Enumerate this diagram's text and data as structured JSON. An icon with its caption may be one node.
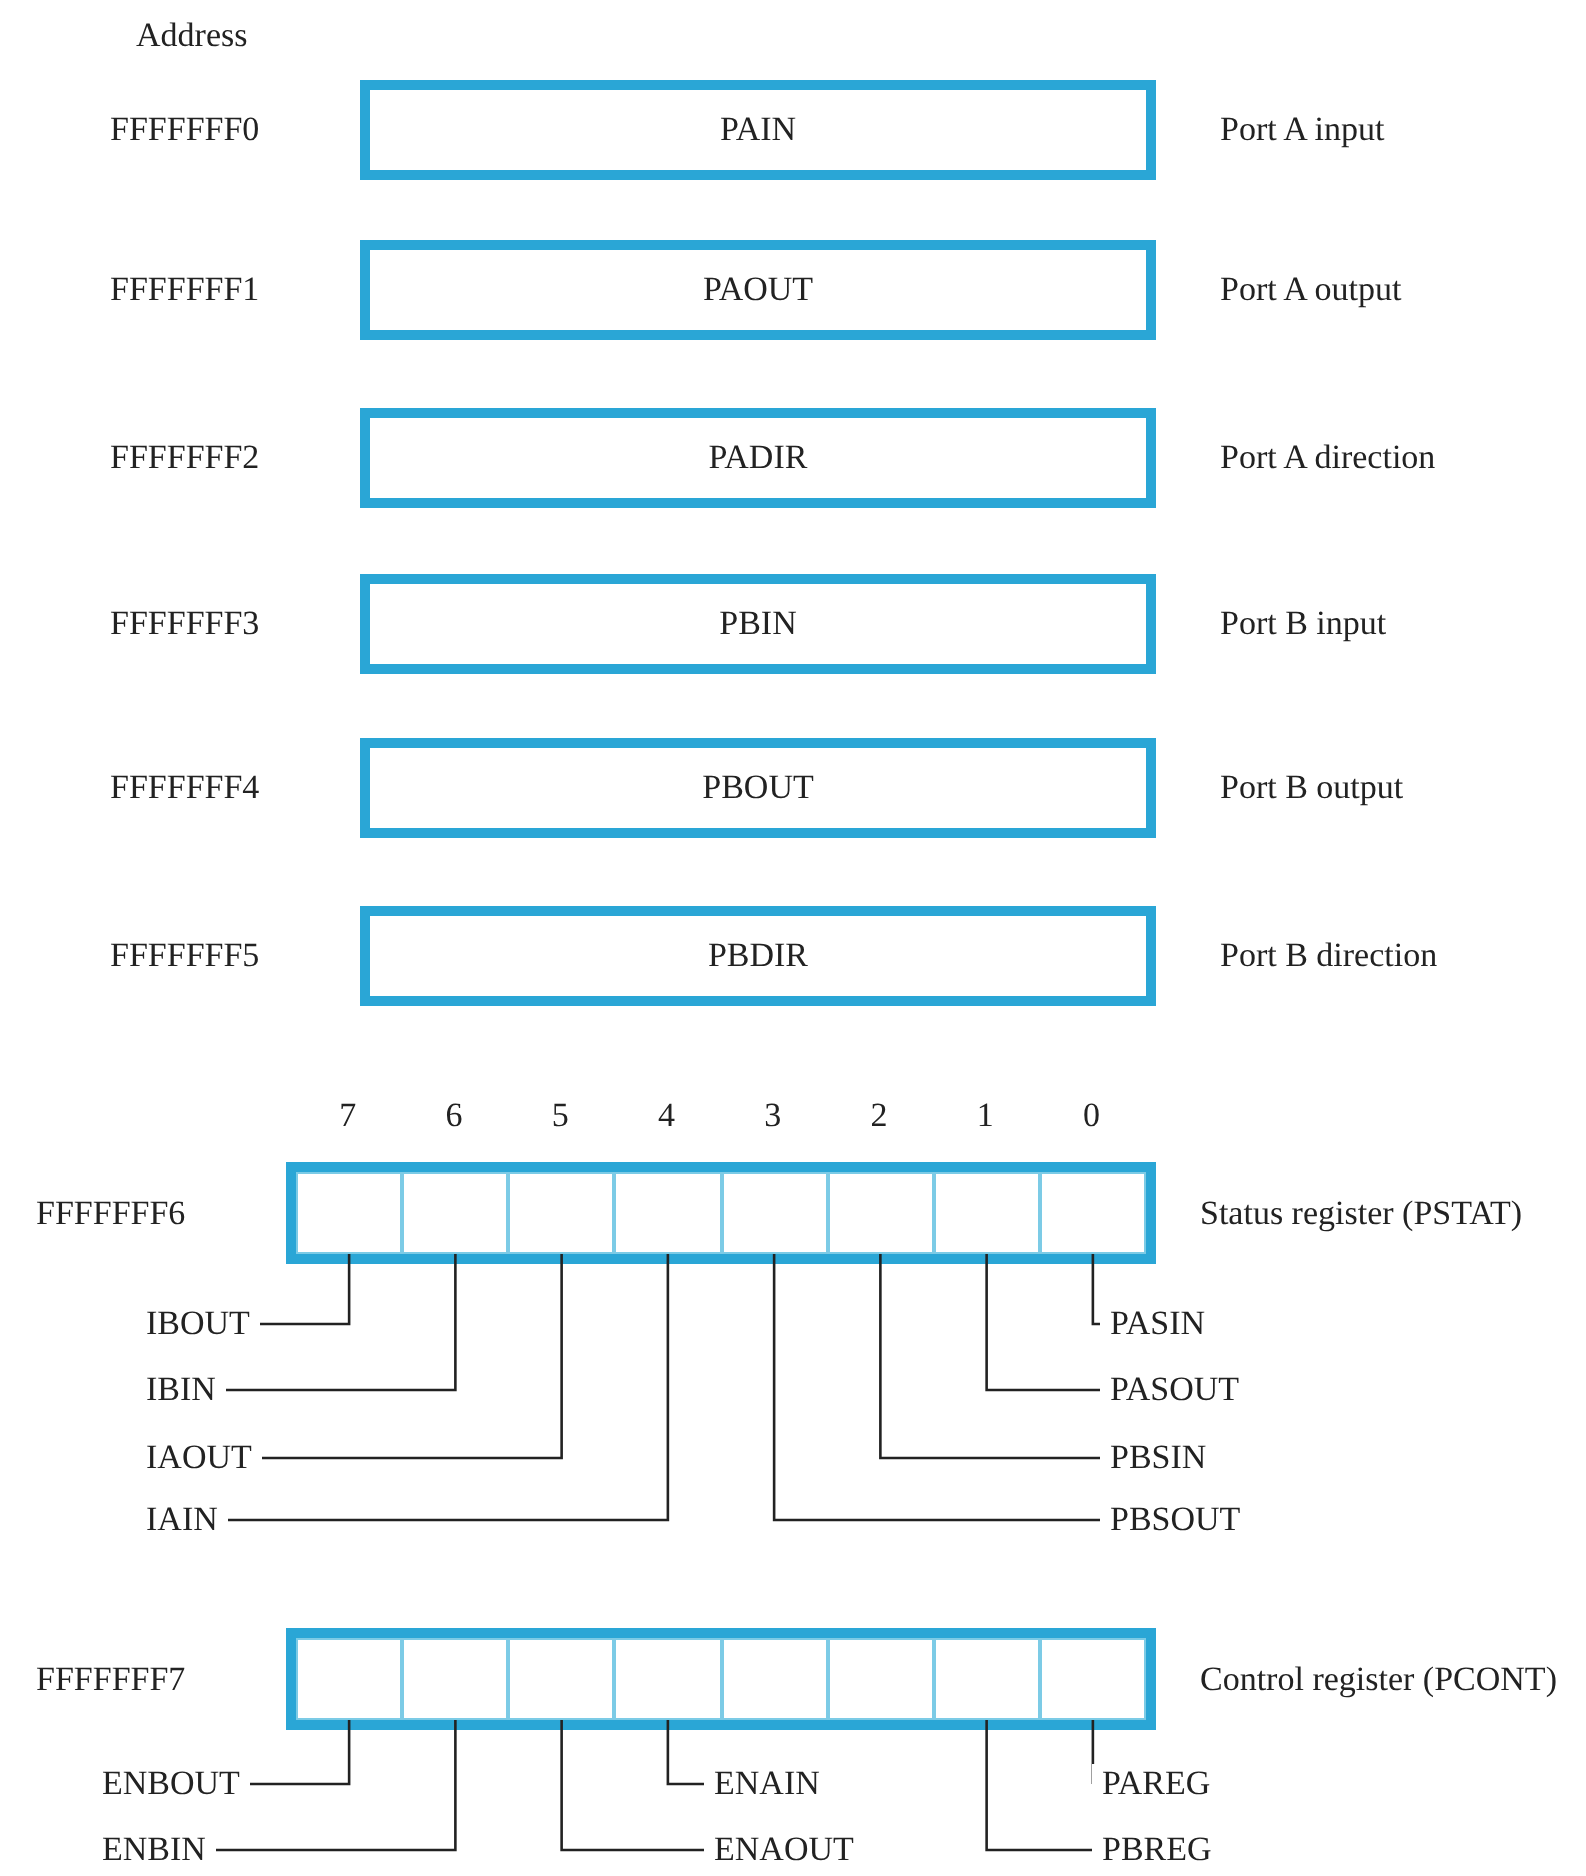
{
  "diagram": {
    "nodes": [
      {
        "text": [
          "PAIN"
        ],
        "beside": [
          "FFFFFFF0",
          "Port A input"
        ]
      },
      {
        "text": [
          "PAOUT"
        ],
        "beside": [
          "FFFFFFF1",
          "Port A output"
        ]
      },
      {
        "text": [
          "PADIR"
        ],
        "beside": [
          "FFFFFFF2",
          "Port A direction"
        ]
      },
      {
        "text": [
          "PBIN"
        ],
        "beside": [
          "FFFFFFF3",
          "Port B input"
        ]
      },
      {
        "text": [
          "PBOUT"
        ],
        "beside": [
          "FFFFFFF4",
          "Port B output"
        ]
      },
      {
        "text": [
          "PBDIR"
        ],
        "beside": [
          "FFFFFFF5",
          "Port B direction"
        ]
      },
      {
        "text": [],
        "shape": "box",
        "beside": [
          "FFFFFFF6",
          "Status register (PSTAT)"
        ]
      },
      {
        "text": [],
        "shape": "box",
        "in": 6
      },
      {
        "text": [],
        "shape": "box",
        "in": 6
      },
      {
        "text": [],
        "shape": "box",
        "in": 6
      },
      {
        "text": [],
        "shape": "box",
        "in": 6
      },
      {
        "text": [],
        "shape": "box",
        "in": 6
      },
      {
        "text": [],
        "shape": "box",
        "in": 6
      },
      {
        "text": [],
        "shape": "box",
        "in": 6
      },
      {
        "text": [],
        "shape": "box",
        "in": 6
      },
      {
        "text": [],
        "shape": "box",
        "beside": [
          "FFFFFFF7",
          "Control register (PCONT)"
        ]
      },
      {
        "text": [],
        "shape": "box",
        "in": 15
      },
      {
        "text": [],
        "shape": "box",
        "in": 15
      },
      {
        "text": [],
        "shape": "box",
        "in": 15
      },
      {
        "text": [],
        "shape": "box",
        "in": 15
      },
      {
        "text": [],
        "shape": "box",
        "in": 15
      },
      {
        "text": [],
        "shape": "box",
        "in": 15
      },
      {
        "text": [],
        "shape": "box",
        "in": 15
      },
      {
        "text": [],
        "shape": "box",
        "in": 15
      },
      {
        "text": [
          "IBOUT"
        ]
      },
      {
        "text": [
          "PASIN"
        ]
      },
      {
        "text": [
          "IBIN"
        ]
      },
      {
        "text": [
          "PASOUT"
        ]
      },
      {
        "text": [
          "IAOUT"
        ]
      },
      {
        "text": [
          "PBSIN"
        ]
      },
      {
        "text": [
          "IAIN"
        ]
      },
      {
        "text": [
          "PBSOUT"
        ]
      },
      {
        "text": [
          "ENBOUT"
        ]
      },
      {
        "text": [
          "ENAIN"
        ]
      },
      {
        "text": [
          "PAREG"
        ]
      },
      {
        "text": [
          "ENBIN"
        ]
      },
      {
        "text": [
          "ENAOUT"
        ]
      },
      {
        "text": [
          "PBREG"
        ]
      }
    ],
    "edges": [
      {
        "from": 24,
        "to": 7,
        "arrow": "none"
      },
      {
        "from": 25,
        "to": 14,
        "arrow": "none"
      },
      {
        "from": 26,
        "to": 8,
        "arrow": "none"
      },
      {
        "from": 27,
        "to": 13,
        "arrow": "none"
      },
      {
        "from": 28,
        "to": 9,
        "arrow": "none"
      },
      {
        "from": 29,
        "to": 12,
        "arrow": "none"
      },
      {
        "from": 30,
        "to": 10,
        "arrow": "none"
      },
      {
        "from": 31,
        "to": 11,
        "arrow": "none"
      },
      {
        "from": 32,
        "to": 16,
        "arrow": "none"
      },
      {
        "from": 33,
        "to": 19,
        "arrow": "none"
      },
      {
        "from": 34,
        "to": 23,
        "arrow": "none"
      },
      {
        "from": 35,
        "to": 17,
        "arrow": "none"
      },
      {
        "from": 36,
        "to": 18,
        "arrow": "none"
      },
      {
        "from": 37,
        "to": 22,
        "arrow": "none"
      }
    ],
    "labels": [
      "Address",
      "7",
      "6",
      "5",
      "4",
      "3",
      "2",
      "1",
      "0"
    ]
  }
}
